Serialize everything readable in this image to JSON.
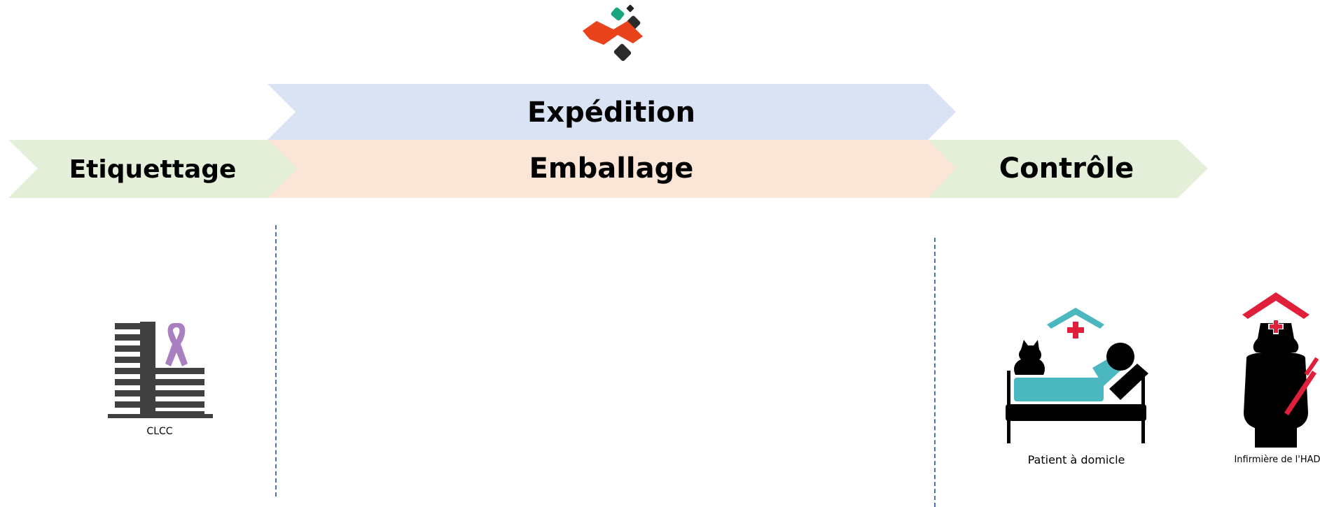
{
  "stages": {
    "expedition": "Expédition",
    "etiquettage": "Etiquettage",
    "emballage": "Emballage",
    "controle": "Contrôle"
  },
  "actors": {
    "clcc": "CLCC",
    "patient": "Patient à domicle",
    "nurse": "Infirmière de l'HAD"
  },
  "colors": {
    "green_arrow": "#e3efd8",
    "blue_arrow": "#dae3f3",
    "orange_arrow": "#fbe5d6",
    "divider": "#4a72b8",
    "building": "#404040",
    "ribbon": "#a97fbf",
    "teal": "#4bb8c0",
    "red": "#e0203a",
    "logo_orange": "#e8431a",
    "logo_green": "#17a57e"
  },
  "icons": [
    "logo-icon",
    "hospital-building-icon",
    "cancer-ribbon-icon",
    "patient-bed-icon",
    "cat-icon",
    "home-care-roof-icon",
    "nurse-icon",
    "syringe-icon"
  ]
}
